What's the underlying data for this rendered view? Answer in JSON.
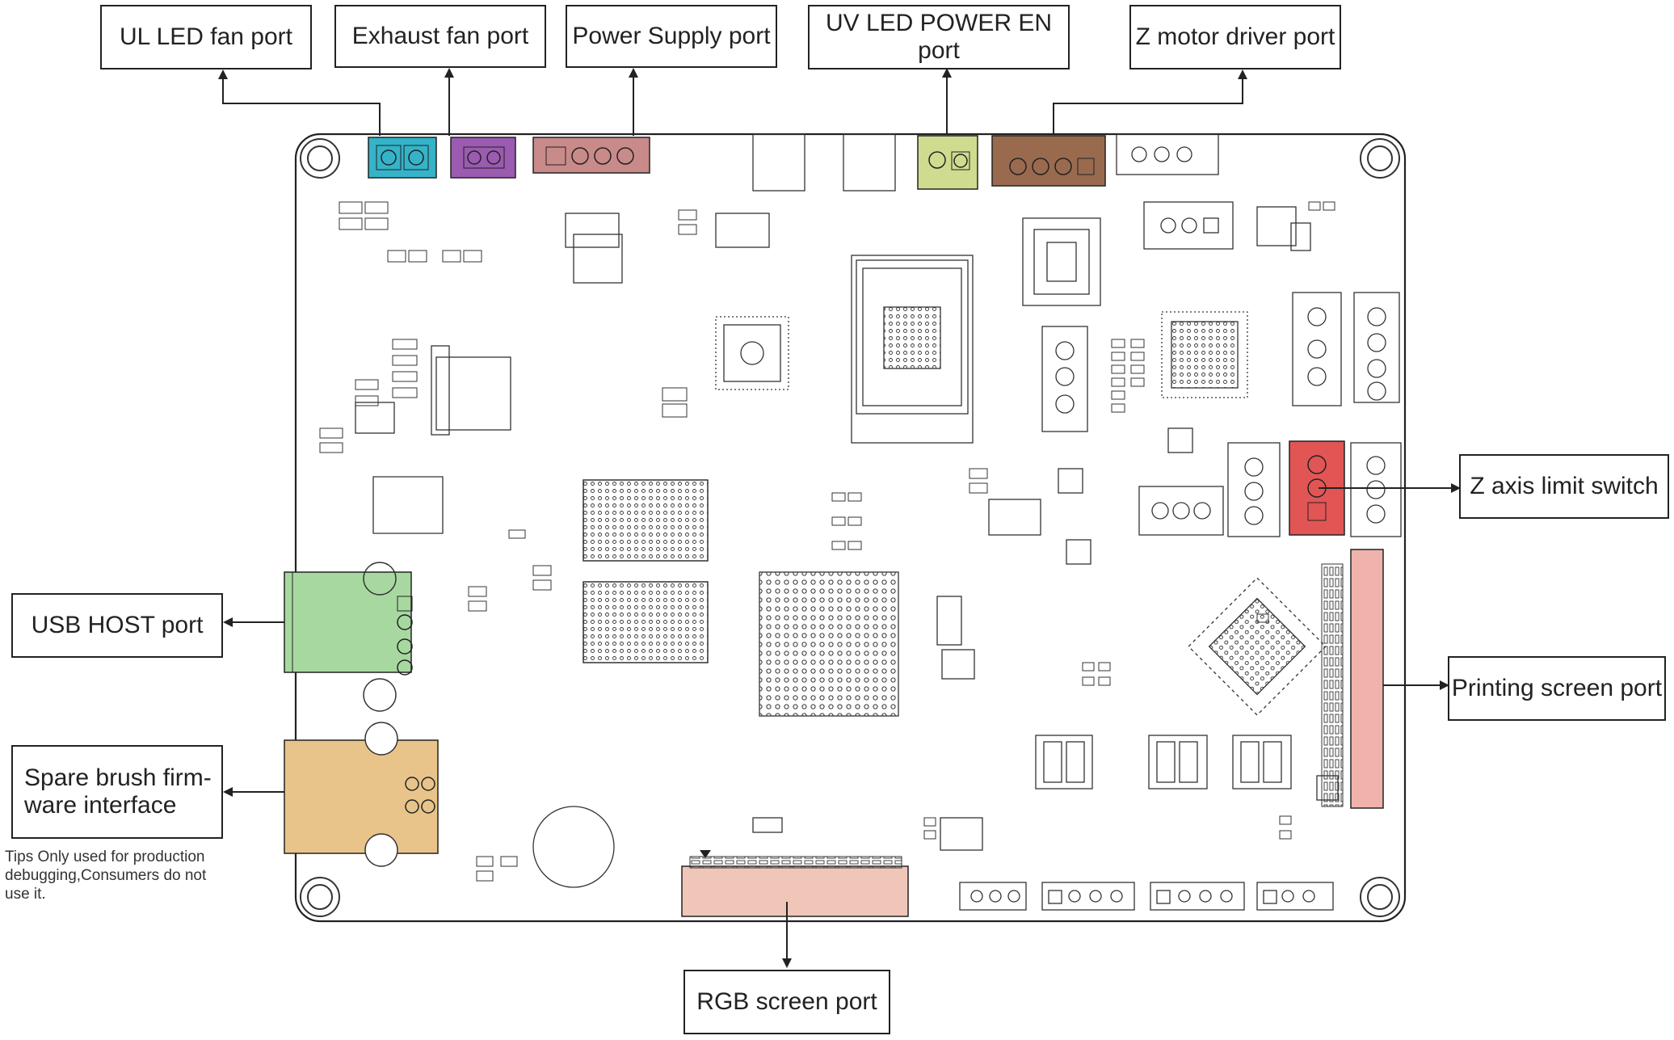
{
  "callouts": {
    "ul_led_fan": "UL LED fan port",
    "exhaust_fan": "Exhaust fan port",
    "power_supply": "Power Supply port",
    "uv_led_power": "UV LED POWER EN port",
    "z_motor": "Z motor driver port",
    "z_limit": "Z axis limit switch",
    "usb_host": "USB HOST port",
    "spare_brush_line1": "Spare brush firm-",
    "spare_brush_line2": "ware interface",
    "printing_screen": "Printing screen port",
    "rgb_screen": "RGB screen port"
  },
  "tips": {
    "line1": "Tips Only used for production",
    "line2": "debugging,Consumers do not",
    "line3": "use it."
  },
  "port_colors": {
    "ul_led_fan": "#35b3c9",
    "exhaust_fan": "#9a5bb0",
    "power_supply": "#c98a8a",
    "uv_led_power": "#cfdc8f",
    "z_motor": "#9a6a4f",
    "z_limit": "#e25555",
    "usb_host": "#a7d8a0",
    "spare_brush": "#e8c48a",
    "printing_screen": "#efb3ab",
    "rgb_screen": "#f0c6b9"
  }
}
